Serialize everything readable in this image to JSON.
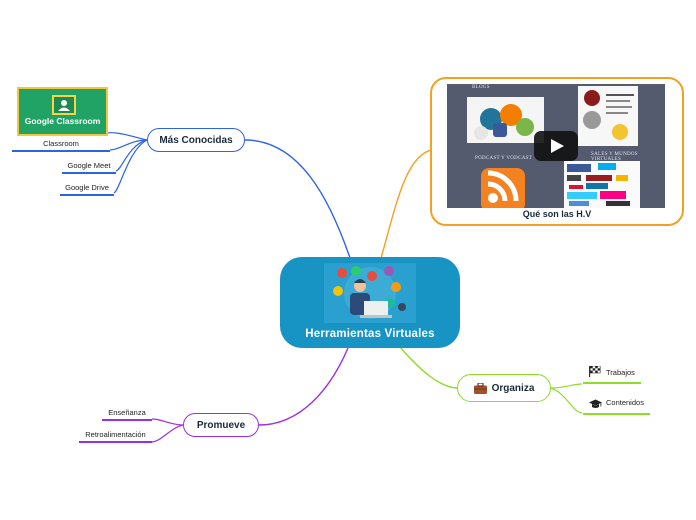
{
  "center": {
    "title": "Herramientas Virtuales"
  },
  "branches": {
    "mas_conocidas": {
      "label": "Más Conocidas",
      "color": "#2d63e6",
      "image_label": "Google Classroom",
      "leaves": [
        "Classroom",
        "Google Meet",
        "Google Drive"
      ]
    },
    "video": {
      "label": "Qué son las H.V",
      "color": "#f4a022",
      "thumb_texts": {
        "blogs": "BLOGS",
        "podcast": "PODCAST Y VODCAST",
        "sociales": "SALES Y MUNDOS VIRTUALES"
      }
    },
    "organiza": {
      "label": "Organiza",
      "color": "#8fdc2c",
      "icon": "briefcase-icon",
      "leaves": [
        {
          "label": "Trabajos",
          "icon": "checkered-flag-icon"
        },
        {
          "label": "Contenidos",
          "icon": "graduation-cap-icon"
        }
      ]
    },
    "promueve": {
      "label": "Promueve",
      "color": "#9a2ee0",
      "leaves": [
        "Enseñanza",
        "Retroalimentación"
      ]
    }
  }
}
